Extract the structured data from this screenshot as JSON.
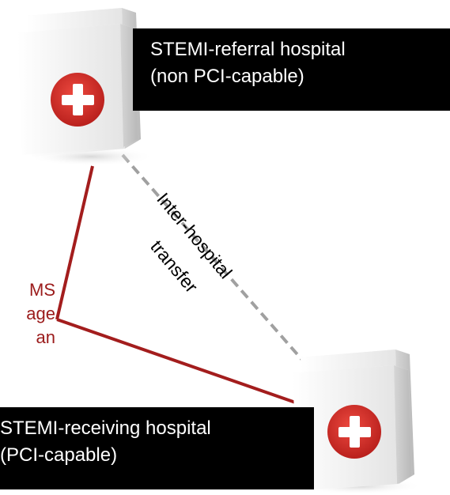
{
  "referral_hospital": {
    "line1": "STEMI-referral hospital",
    "line2": "(non PCI-capable)",
    "icon": "hospital-icon"
  },
  "receiving_hospital": {
    "line1": "STEMI-receiving hospital",
    "line2": "(PCI-capable)",
    "icon": "hospital-icon"
  },
  "ems_route": {
    "line1": "MS",
    "line2": "age",
    "line3": "an",
    "color": "#a31d1d"
  },
  "transfer_route": {
    "line1": "Inter-hospital",
    "line2": "transfer",
    "color": "#a0a0a0"
  },
  "colors": {
    "cross_red": "#cf2a25",
    "label_bg": "#000000",
    "label_text": "#ffffff"
  }
}
